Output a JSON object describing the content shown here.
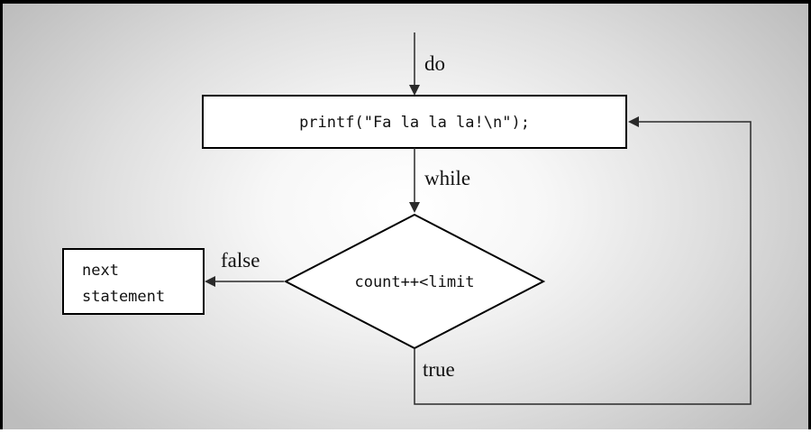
{
  "diagram": {
    "labels": {
      "do": "do",
      "while": "while",
      "false": "false",
      "true": "true"
    },
    "nodes": {
      "statement": "printf(\"Fa la la la!\\n\");",
      "condition": "count++<limit",
      "next_line1": "next",
      "next_line2": "statement"
    }
  }
}
